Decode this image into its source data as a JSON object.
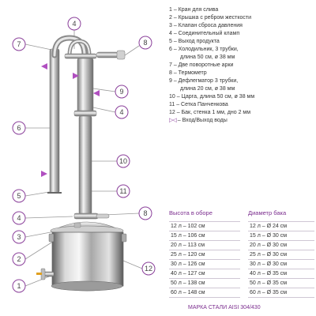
{
  "callouts": [
    {
      "num": "4"
    },
    {
      "num": "7"
    },
    {
      "num": "8"
    },
    {
      "num": "9"
    },
    {
      "num": "4"
    },
    {
      "num": "6"
    },
    {
      "num": "10"
    },
    {
      "num": "5"
    },
    {
      "num": "11"
    },
    {
      "num": "4"
    },
    {
      "num": "8"
    },
    {
      "num": "3"
    },
    {
      "num": "2"
    },
    {
      "num": "12"
    },
    {
      "num": "1"
    }
  ],
  "legend": [
    {
      "line1": "1 – Кран для слива",
      "line2": ""
    },
    {
      "line1": "2 – Крышка с ребром жесткости",
      "line2": ""
    },
    {
      "line1": "3 – Клапан сброса давления",
      "line2": ""
    },
    {
      "line1": "4 – Соединительный кламп",
      "line2": ""
    },
    {
      "line1": "5 – Выход продукта",
      "line2": ""
    },
    {
      "line1": "6 – Холодильник, 3 трубки,",
      "line2": "длина 50 см, ø 38 мм"
    },
    {
      "line1": "7 – Две поворотные арки",
      "line2": ""
    },
    {
      "line1": "8 – Термометр",
      "line2": ""
    },
    {
      "line1": "9 – Дефлегматор 3 трубки,",
      "line2": "длина 20 см, ø 38 мм"
    },
    {
      "line1": "10 – Царга, длина 50 см, ø 38 мм",
      "line2": ""
    },
    {
      "line1": "11 – Сетка Панченкова",
      "line2": ""
    },
    {
      "line1": "12 – Бак, стенка 1 мм, дно 2 мм",
      "line2": ""
    }
  ],
  "water_legend": {
    "symbols": "▷◁",
    "text": " – Вход/Выход воды"
  },
  "height_table": {
    "title": "Высота в оборе",
    "rows": [
      "12 л – 102 см",
      "15 л – 106 см",
      "20 л – 113 см",
      "25 л – 120 см",
      "30 л – 126 см",
      "40 л – 127 см",
      "50 л – 138 см",
      "60 л – 148 см"
    ]
  },
  "diameter_table": {
    "title": "Диаметр бака",
    "rows": [
      "12 л – Ø 24 см",
      "15 л – Ø 30 см",
      "20 л – Ø 30 см",
      "25 л – Ø 30 см",
      "30 л – Ø 30 см",
      "40 л – Ø 35 см",
      "50 л – Ø 35 см",
      "60 л – Ø 35 см"
    ]
  },
  "steel_mark": "МАРКА СТАЛИ AISI 304/430",
  "colors": {
    "accent": "#7b2d8e",
    "water_marker": "#b04fc0",
    "callout_line": "#999999",
    "steel": "#c9c9c9"
  }
}
